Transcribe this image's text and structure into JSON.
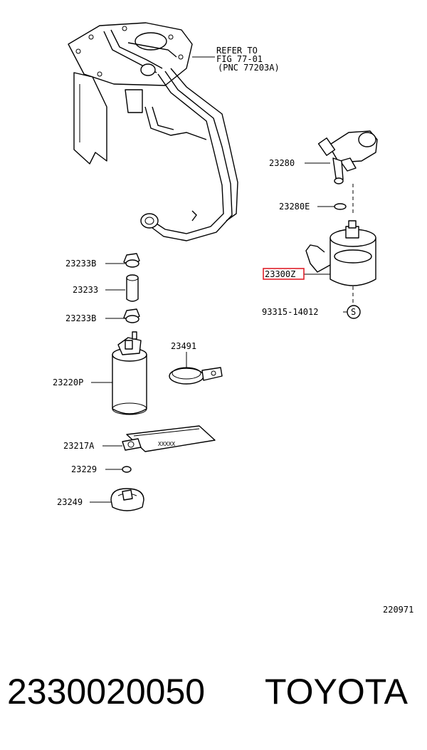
{
  "refer_note": {
    "line1": "REFER TO",
    "line2": "FIG 77-01",
    "line3": "(PNC 77203A)"
  },
  "callouts": {
    "p23280": "23280",
    "p23280E": "23280E",
    "p23300Z": "23300Z",
    "p93315": "93315-14012",
    "p93315_symbol": "S",
    "p23233B_top": "23233B",
    "p23233": "23233",
    "p23233B_bottom": "23233B",
    "p23491": "23491",
    "p23220P": "23220P",
    "p23217A": "23217A",
    "p23229": "23229",
    "p23249": "23249",
    "strainer_mark": "XXXXX"
  },
  "highlight_color": "#e0202a",
  "figure_code": "220971",
  "footer": {
    "part_number": "2330020050",
    "brand": "TOYOTA"
  }
}
